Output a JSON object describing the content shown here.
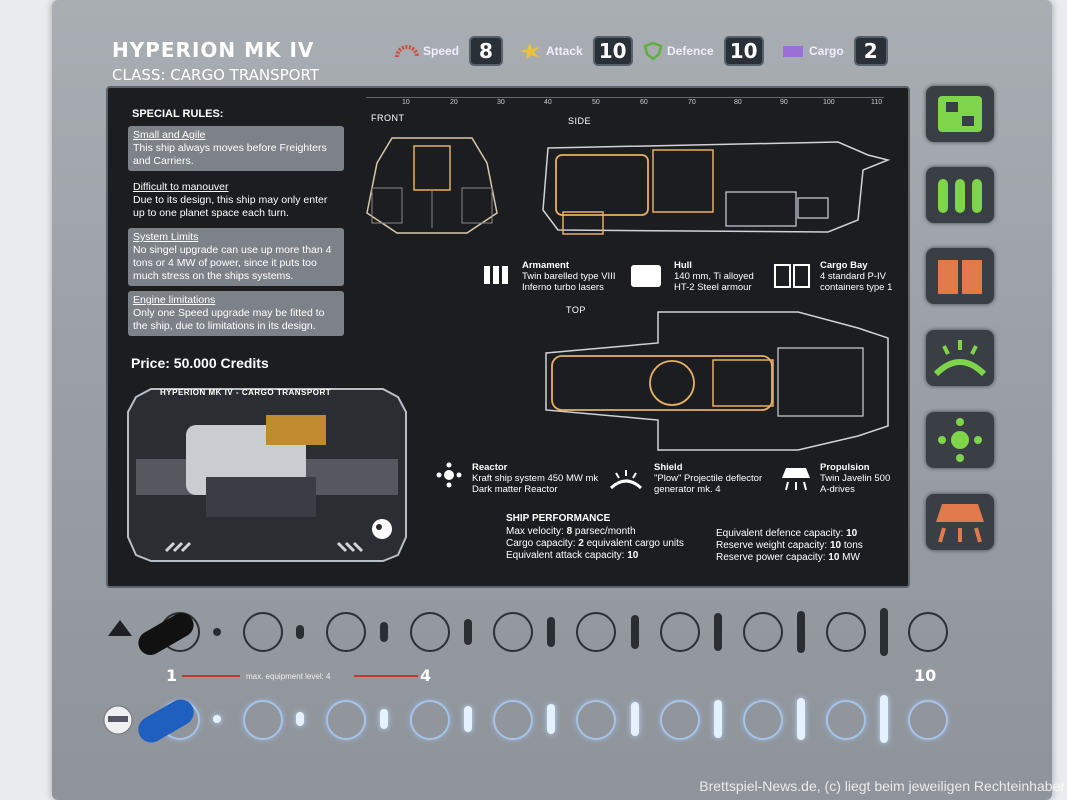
{
  "ship": {
    "title": "HYPERION MK IV",
    "class": "CLASS: CARGO TRANSPORT",
    "price": "Price: 50.000 Credits"
  },
  "stats": [
    {
      "label": "Speed",
      "value": "8",
      "icon": "speed-icon",
      "color": "#d44a3a"
    },
    {
      "label": "Attack",
      "value": "10",
      "icon": "attack-icon",
      "color": "#e8c23a"
    },
    {
      "label": "Defence",
      "value": "10",
      "icon": "shield-icon",
      "color": "#5fae3e"
    },
    {
      "label": "Cargo",
      "value": "2",
      "icon": "cargo-icon",
      "color": "#9b6fd3"
    }
  ],
  "rules": {
    "heading": "SPECIAL RULES:",
    "items": [
      {
        "title": "Small and Agile",
        "text": "This ship always moves before Freighters and Carriers."
      },
      {
        "title": "Difficult to manouver",
        "text": "Due to its design, this ship may only enter up to one planet space each turn."
      },
      {
        "title": "System Limits",
        "text": "No singel upgrade can use up more than 4 tons or 4 MW of power, since it puts too much stress on the ships systems."
      },
      {
        "title": "Engine limitations",
        "text": "Only one Speed upgrade may be fitted to the ship, due to limitations in its design."
      }
    ]
  },
  "thumbnail": {
    "title": "HYPERION MK IV - CARGO TRANSPORT"
  },
  "ruler": [
    "10",
    "20",
    "30",
    "40",
    "50",
    "60",
    "70",
    "80",
    "90",
    "100",
    "110"
  ],
  "views": {
    "front": "FRONT",
    "side": "SIDE",
    "top": "TOP"
  },
  "components": {
    "armament": {
      "name": "Armament",
      "desc": "Twin barelled type VIII Inferno turbo lasers"
    },
    "hull": {
      "name": "Hull",
      "desc": "140 mm, Ti alloyed HT-2 Steel armour"
    },
    "cargo": {
      "name": "Cargo Bay",
      "desc": "4 standard P-IV containers type 1"
    },
    "reactor": {
      "name": "Reactor",
      "desc": "Kraft ship system 450 MW mk Dark matter Reactor"
    },
    "shield": {
      "name": "Shield",
      "desc": "\"Plow\" Projectile deflector generator mk. 4"
    },
    "propulsion": {
      "name": "Propulsion",
      "desc": "Twin Javelin 500 A-drives"
    }
  },
  "performance": {
    "heading": "SHIP PERFORMANCE",
    "left": [
      {
        "label": "Max velocity: ",
        "value": "8",
        "suffix": " parsec/month"
      },
      {
        "label": "Cargo capacity: ",
        "value": "2",
        "suffix": " equivalent cargo units"
      },
      {
        "label": "Equivalent attack capacity: ",
        "value": "10",
        "suffix": ""
      }
    ],
    "right": [
      {
        "label": "Equivalent defence capacity: ",
        "value": "10",
        "suffix": ""
      },
      {
        "label": "Reserve weight capacity: ",
        "value": "10",
        "suffix": " tons"
      },
      {
        "label": "Reserve power capacity: ",
        "value": "10",
        "suffix": " MW"
      }
    ]
  },
  "side_icons": [
    {
      "name": "hull-upgrade-icon",
      "color": "#7ed44a"
    },
    {
      "name": "armament-upgrade-icon",
      "color": "#7ed44a"
    },
    {
      "name": "cargo-upgrade-icon",
      "color": "#e07a4a"
    },
    {
      "name": "shield-upgrade-icon",
      "color": "#7ed44a"
    },
    {
      "name": "reactor-upgrade-icon",
      "color": "#7ed44a"
    },
    {
      "name": "propulsion-upgrade-icon",
      "color": "#e07a4a"
    }
  ],
  "track": {
    "start": "1",
    "mid": "4",
    "end": "10",
    "max_label": "max. equipment level: 4"
  },
  "watermark": "Brettspiel-News.de, (c) liegt beim jeweiligen Rechteinhaber"
}
